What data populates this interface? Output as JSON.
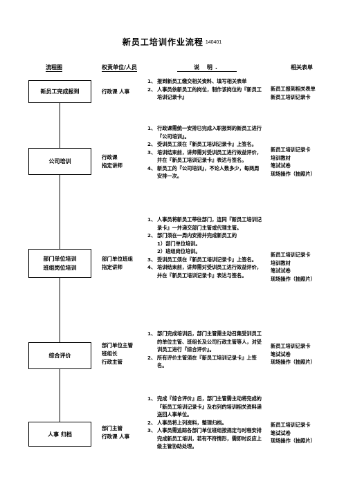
{
  "title": "新员工培训作业流程",
  "code": "140401",
  "headers": {
    "flow": "流程图",
    "dept": "权责单位/人员",
    "desc": "说    明",
    "desc_mark": ".",
    "forms": "相关表单"
  },
  "steps": [
    {
      "box": [
        "新员工完成报到"
      ],
      "dept": [
        "行政课 人事"
      ],
      "desc": [
        {
          "n": "1、",
          "t": "报到新员工缴交相关资料、填写相关表单"
        },
        {
          "n": "2、",
          "t": "人事员依新员工的岗位，制作该岗位的『新员工培训记录卡』"
        }
      ],
      "forms": [
        "新员工报到相关表单",
        "新员工培训记录卡"
      ]
    },
    {
      "box": [
        "公司培训"
      ],
      "dept": [
        "行政课",
        "指定讲师"
      ],
      "desc": [
        {
          "n": "1、",
          "t": "行政课需统一安排已完成入职报到的新员工进行『公司培训』。"
        },
        {
          "n": "2、",
          "t": "受训员工须在『新员工培训记录卡』上签名。"
        },
        {
          "n": "3、",
          "t": "培训结束前，讲师需对受训员工进行效益评价，并在『新员工培训记录卡』表达与签名。"
        },
        {
          "n": "4、",
          "t": "新员工的『公司培训』，不论人数多少，每两周安排一次。"
        }
      ],
      "forms": [
        "新员工培训记录卡",
        "培训教材",
        "笔试试卷",
        "现场操作（抽照片）"
      ]
    },
    {
      "box": [
        "部门单位培训",
        "班组岗位培训"
      ],
      "dept": [
        "部门单位班组",
        "指定讲师"
      ],
      "desc": [
        {
          "n": "1、",
          "t": "人事员将新员工带往部门，连同『新员工培训记录卡』一并递交部门主管或代理主管。"
        },
        {
          "n": "2、",
          "t": "部门须在一周内安排并完成新员工的"
        },
        {
          "n": "",
          "t": "1）部门单位培训。"
        },
        {
          "n": "",
          "t": "2）班组岗位培训。"
        },
        {
          "n": "3、",
          "t": "受训员工须在『新员工培训记录卡』上签名。"
        },
        {
          "n": "4、",
          "t": "培训结束前，讲师需对受训员工进行效益评价，并在『新员工培训记录卡』表达与签名。"
        }
      ],
      "forms": [
        "新员工培训记录卡",
        "培训教材",
        "笔试试卷",
        "现场操作（抽照片）"
      ]
    },
    {
      "box": [
        "综合评价"
      ],
      "dept": [
        "部门单位主管",
        "班组长",
        "行政主管"
      ],
      "desc": [
        {
          "n": "1、",
          "t": "部门完成培训后，部门主管需主动召集受训员工的单位主管、班组长及公司行政主管等人，对受训员工进行『综合评价』。"
        },
        {
          "n": "2、",
          "t": "所有评价主管须在『新员工培训记录卡』上签名。"
        }
      ],
      "forms": [
        "新员工培训记录卡",
        "笔试试卷",
        "现场操作（抽照片）"
      ]
    },
    {
      "box": [
        "人事 归档"
      ],
      "dept": [
        "部门主管",
        "行政课 人事"
      ],
      "desc": [
        {
          "n": "1、",
          "t": "完成『综合评价』后，部门主管需主动将完成的『新员工培训记录卡』及右列的培训相关资料递送回人事单位。"
        },
        {
          "n": "2、",
          "t": "人事员将上列资料，整理归档。"
        },
        {
          "n": "3、",
          "t": "人事员需追踪各部门单位班组按规定与时程安排完成新员工培训，若有不符情形，需即时反应上级主管协助处理。"
        }
      ],
      "forms": [
        "新员工培训记录卡",
        "笔试试卷",
        "现场操作（抽照片）"
      ]
    }
  ]
}
